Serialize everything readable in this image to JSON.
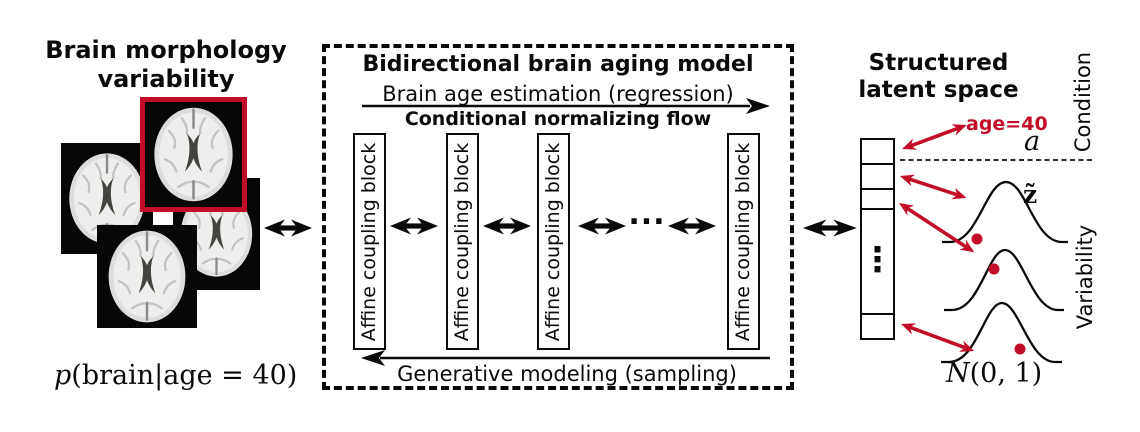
{
  "left_panel": {
    "title_line1": "Brain morphology",
    "title_line2": "variability",
    "formula": {
      "lead": "p",
      "rest": "(brain|age = 40)"
    }
  },
  "model_box": {
    "title": "Bidirectional brain aging model",
    "forward_arrow_label": "Brain age estimation (regression)",
    "flow_label": "Conditional normalizing flow",
    "blocks": [
      "Affine coupling block",
      "Affine coupling block",
      "Affine coupling block",
      "Affine coupling block"
    ],
    "blocks_ellipsis": "...",
    "backward_arrow_label": "Generative modeling (sampling)"
  },
  "latent_panel": {
    "title_line1": "Structured",
    "title_line2": "latent space",
    "axis_condition": "Condition",
    "axis_variability": "Variability",
    "age_label": "age=40",
    "age_symbol": "a",
    "vector_ellipsis": "⋮",
    "z_symbol": "z̃",
    "normal_symbol": "N",
    "normal_args": "(0, 1)"
  },
  "colors": {
    "accent_red": "#c20d28",
    "ink": "#0a0a0a"
  }
}
